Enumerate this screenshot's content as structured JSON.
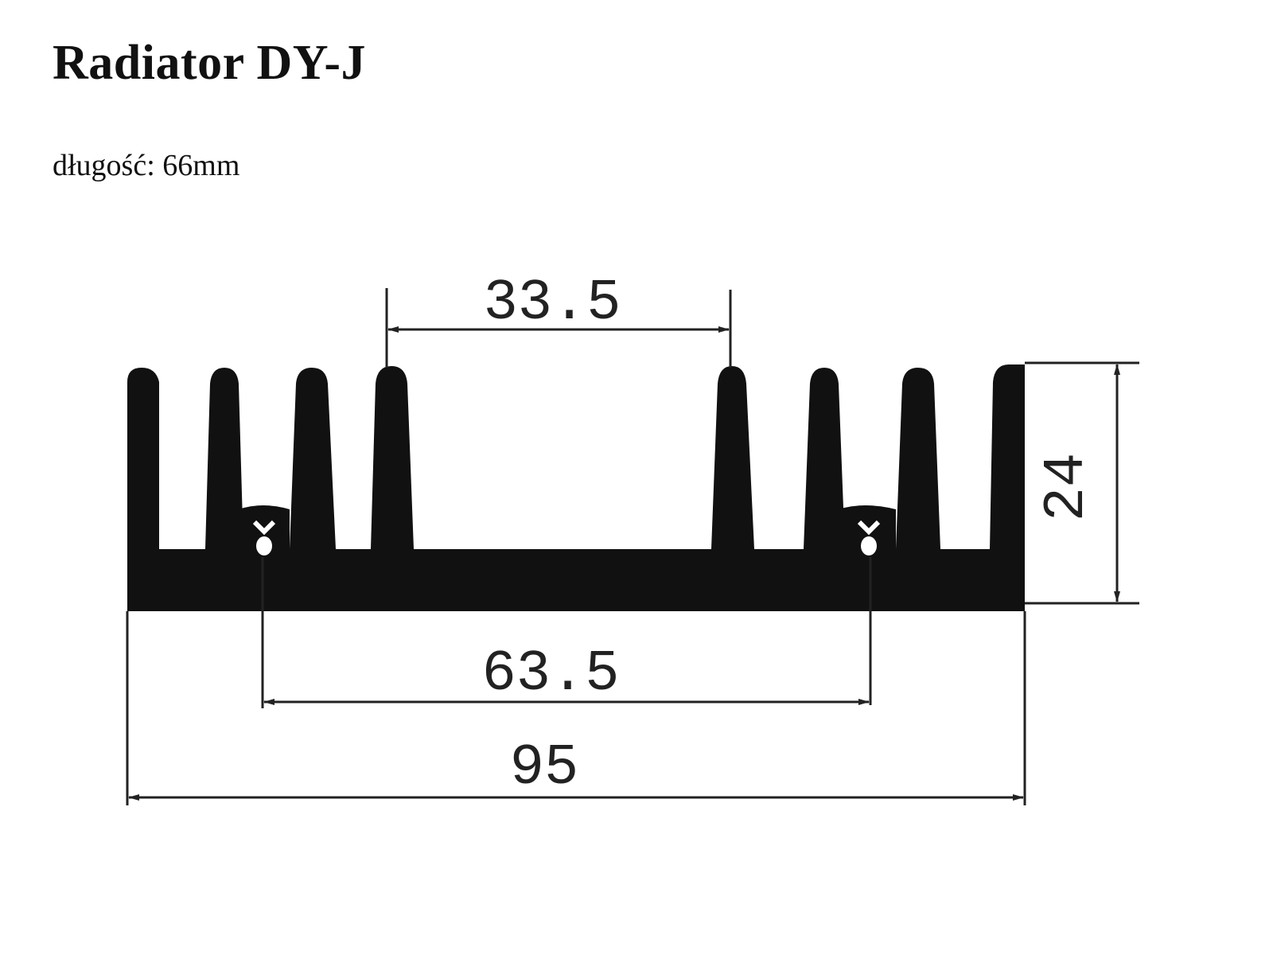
{
  "title": "Radiator DY-J",
  "subtitle": "długość: 66mm",
  "drawing": {
    "type": "heatsink-profile",
    "fin_count": 8,
    "dimensions": {
      "top_fin_gap": "33.5",
      "height": "24",
      "mount_hole_spacing": "63.5",
      "total_width": "95"
    },
    "colors": {
      "profile": "#111111",
      "lines": "#222222",
      "background": "#ffffff"
    }
  }
}
